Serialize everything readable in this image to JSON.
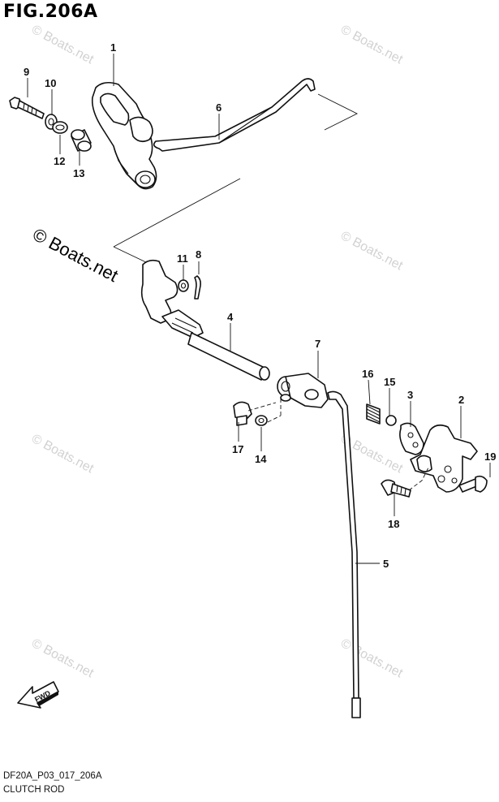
{
  "figure": {
    "title": "FIG.206A",
    "code": "DF20A_P03_017_206A",
    "caption": "CLUTCH ROD"
  },
  "watermark": {
    "text": "© Boats.net"
  },
  "callouts": [
    "1",
    "2",
    "3",
    "4",
    "5",
    "6",
    "7",
    "8",
    "9",
    "10",
    "11",
    "12",
    "13",
    "14",
    "15",
    "16",
    "17",
    "18",
    "19"
  ],
  "direction_tag": "FWD"
}
